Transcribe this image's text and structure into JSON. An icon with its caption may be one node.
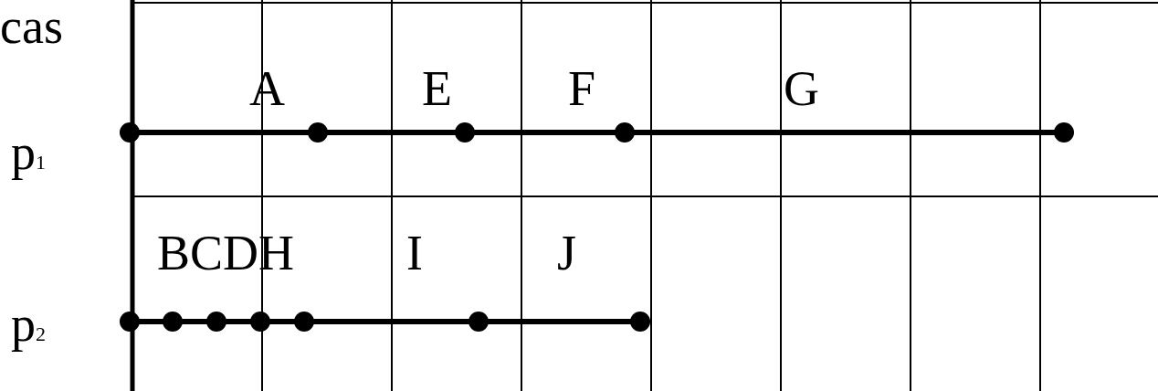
{
  "diagram": {
    "labels": [
      "cas",
      "A",
      "E",
      "F",
      "G",
      "p$_{1}$",
      "BCDH",
      "I",
      "J",
      "p$_{2}$"
    ]
  }
}
